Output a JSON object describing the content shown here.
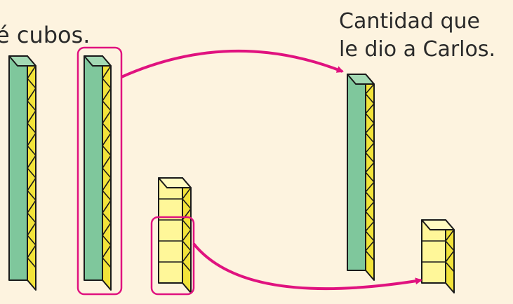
{
  "labels": {
    "top_text": "é cubos.",
    "annotation_line1": "Cantidad que",
    "annotation_line2": "le dio a Carlos."
  },
  "colors": {
    "background": "#fdf3df",
    "ten_rod_face": "#7fc79c",
    "ten_rod_top": "#a3d9b4",
    "unit_face": "#fff799",
    "unit_top": "#fffbc2",
    "side": "#f2e33a",
    "outline": "#1a1a1a",
    "highlight": "#e0127f"
  },
  "blocks": {
    "left_group": {
      "ten_rods": 2,
      "units": 5,
      "highlighted_ten_rods": 1,
      "highlighted_units": 3
    },
    "given_to_carlos": {
      "ten_rods": 1,
      "units": 3
    }
  }
}
